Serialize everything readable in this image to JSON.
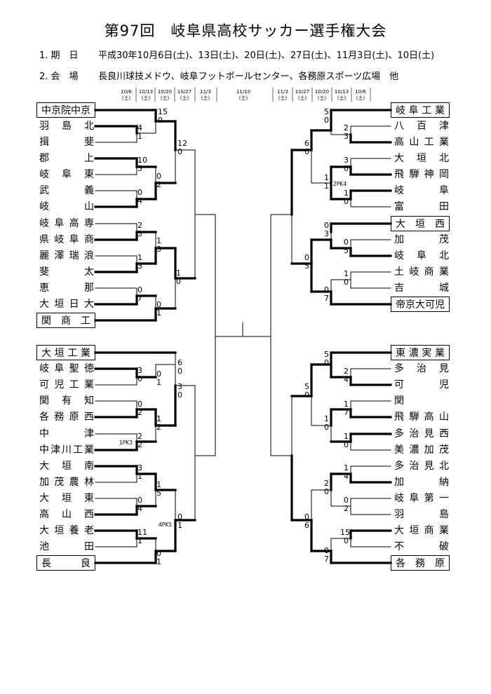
{
  "title": "第97回　岐阜県高校サッカー選手権大会",
  "info": {
    "period_label": "1. 期　日",
    "period_value": "平成30年10月6日(土)、13日(土)、20日(土)、27日(土)、11月3日(土)、10日(土)",
    "venue_label": "2. 会　場",
    "venue_value": "長良川球技メドウ、岐阜フットボールセンター、各務原スポーツ広場　他"
  },
  "round_dates": {
    "left": [
      "10/6",
      "10/13",
      "10/20",
      "10/27",
      "11/3"
    ],
    "center": "11/10",
    "right": [
      "11/3",
      "10/27",
      "10/20",
      "10/13",
      "10/6"
    ],
    "sat": "土"
  },
  "left_top_teams": [
    "中京院中京",
    "羽島北",
    "揖斐",
    "郡上",
    "岐阜東",
    "武義",
    "岐山",
    "岐阜高専",
    "県岐阜商",
    "麗澤瑞浪",
    "斐太",
    "恵那",
    "大垣日大",
    "関商工"
  ],
  "left_bottom_teams": [
    "大垣工業",
    "岐阜聖徳",
    "可児工業",
    "関有知",
    "各務原西",
    "中津",
    "中津川工業",
    "大垣南",
    "加茂農林",
    "大垣東",
    "高山西",
    "大垣養老",
    "池田",
    "長良"
  ],
  "right_top_teams": [
    "岐阜工業",
    "八百津",
    "高山工業",
    "大垣北",
    "飛騨神岡",
    "岐阜",
    "富田",
    "大垣西",
    "加茂",
    "岐阜北",
    "土岐商業",
    "吉城",
    "帝京大可児"
  ],
  "right_bottom_teams": [
    "東濃実業",
    "多治見",
    "可児",
    "関",
    "飛騨高山",
    "多治見西",
    "美濃加茂",
    "多治見北",
    "加納",
    "岐阜第一",
    "羽島",
    "大垣商業",
    "不破",
    "各務原"
  ],
  "scores": {
    "left_top": [
      "15",
      "0",
      "4",
      "1",
      "10",
      "5",
      "0",
      "4",
      "2",
      "3",
      "1",
      "3",
      "0",
      "7",
      "0",
      "1",
      "12",
      "0",
      "0",
      "2",
      "1",
      "0",
      "1",
      "3"
    ],
    "left_bottom": [
      "6",
      "0",
      "3",
      "0",
      "0",
      "2",
      "2",
      "2",
      "3",
      "1",
      "0",
      "4",
      "11",
      "1",
      "0",
      "1",
      "1",
      "2",
      "1",
      "5",
      "0",
      "1",
      "3",
      "0",
      "0",
      "1"
    ],
    "right_top": [
      "5",
      "0",
      "2",
      "3",
      "3",
      "0",
      "1",
      "0",
      "1",
      "1",
      "6",
      "0",
      "0",
      "3",
      "0",
      "5",
      "1",
      "0",
      "0",
      "7",
      "0",
      "5"
    ],
    "right_bottom": [
      "5",
      "0",
      "2",
      "4",
      "1",
      "7",
      "1",
      "0",
      "1",
      "4",
      "0",
      "2",
      "15",
      "0",
      "2",
      "0",
      "0",
      "7",
      "1",
      "0",
      "5",
      "0",
      "0",
      "6"
    ]
  },
  "pk_notes": {
    "left_pk3": "1PK3",
    "left_pk5": "4PK5",
    "right_pk4": "2PK4"
  },
  "boxed_teams": [
    "中京院中京",
    "関商工",
    "大垣工業",
    "長良",
    "岐阜工業",
    "大垣西",
    "帝京大可児",
    "東濃実業",
    "各務原"
  ]
}
